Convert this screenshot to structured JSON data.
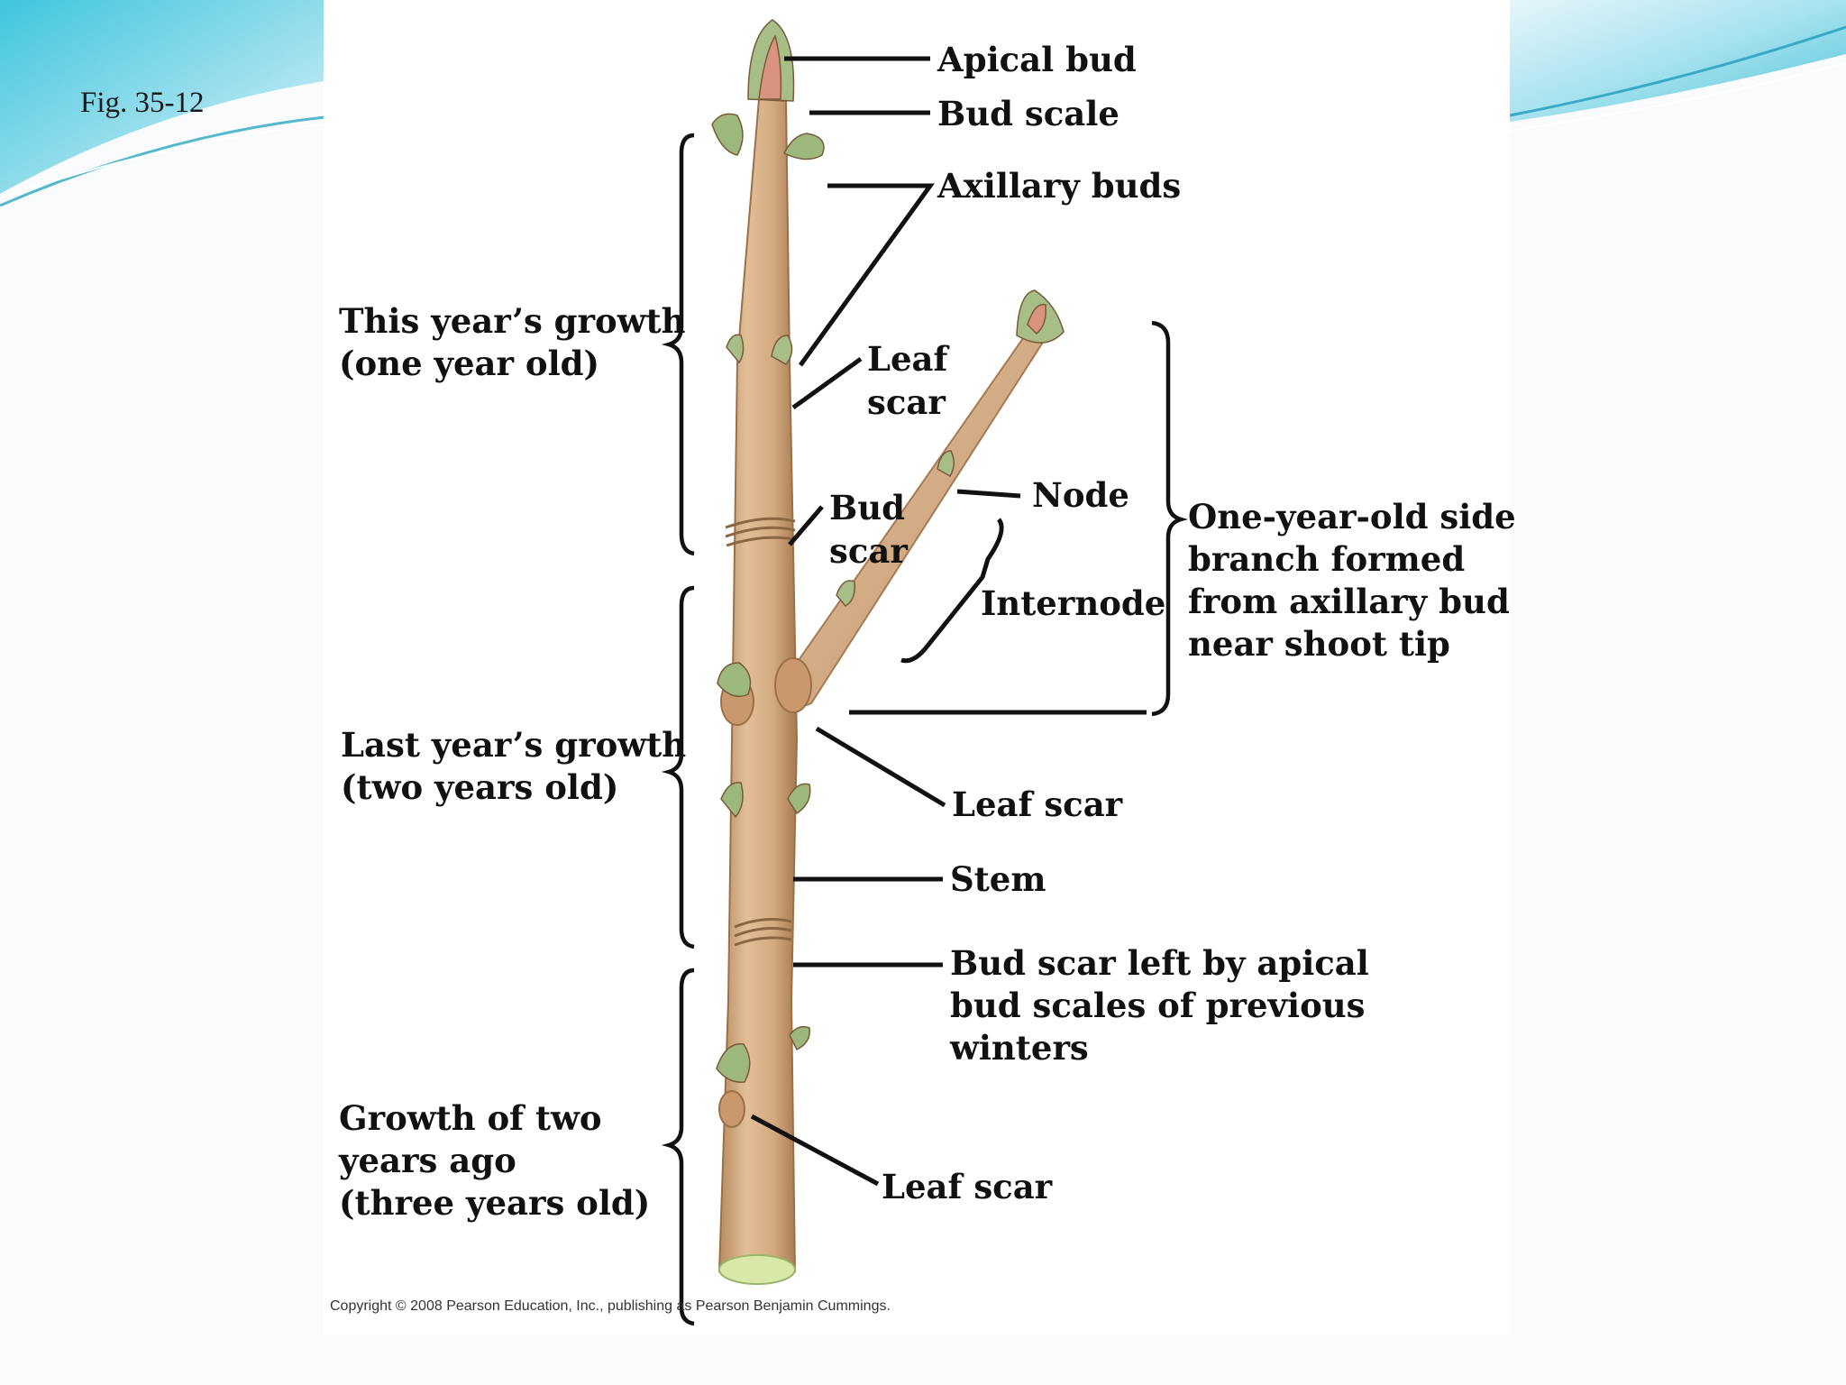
{
  "figure_label": "Fig. 35-12",
  "colors": {
    "wave_cyan": "#7fd6e6",
    "wave_light": "#c6ecf4",
    "stem": "#d4aa80",
    "stem_shade": "#b88a5f",
    "bud_green": "#8cae72",
    "bud_pink": "#d9937e",
    "label_line": "#111111"
  },
  "labels": {
    "apical_bud": "Apical bud",
    "bud_scale": "Bud scale",
    "axillary_buds": "Axillary buds",
    "leaf_scar_top_1": "Leaf",
    "leaf_scar_top_2": "scar",
    "bud_scar_1": "Bud",
    "bud_scar_2": "scar",
    "node": "Node",
    "internode": "Internode",
    "side_branch_1": "One-year-old side",
    "side_branch_2": "branch formed",
    "side_branch_3": "from axillary bud",
    "side_branch_4": "near shoot tip",
    "leaf_scar_mid": "Leaf scar",
    "stem": "Stem",
    "bud_scar_prev_1": "Bud scar left by apical",
    "bud_scar_prev_2": "bud scales of previous",
    "bud_scar_prev_3": "winters",
    "leaf_scar_low": "Leaf scar",
    "this_year_1": "This year’s growth",
    "this_year_2": "(one year old)",
    "last_year_1": "Last year’s growth",
    "last_year_2": "(two years old)",
    "two_years_1": "Growth of two",
    "two_years_2": "years ago",
    "two_years_3": "(three years old)"
  },
  "copyright": "Copyright © 2008 Pearson Education, Inc., publishing as Pearson Benjamin Cummings."
}
